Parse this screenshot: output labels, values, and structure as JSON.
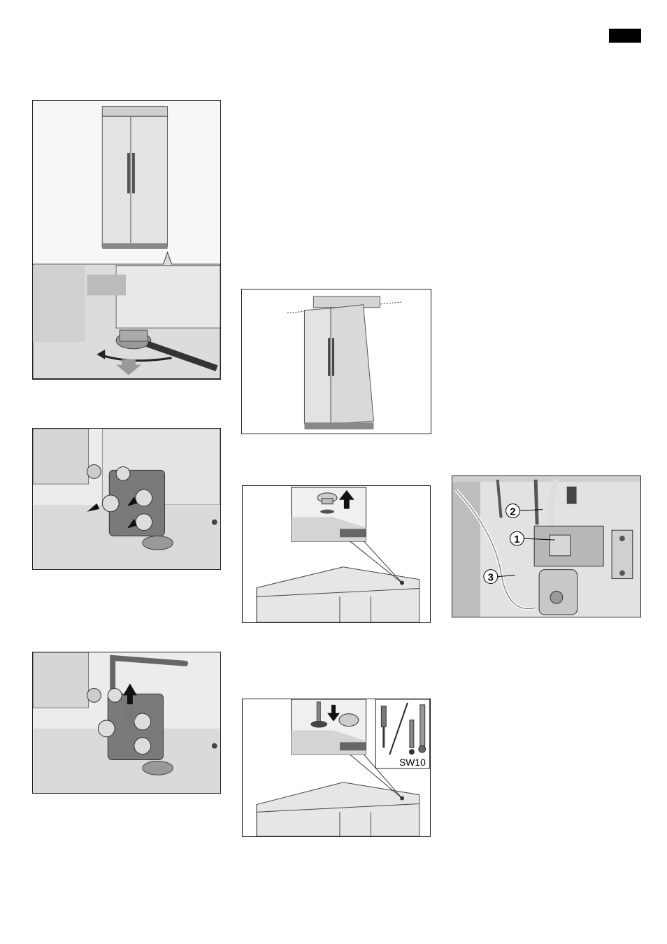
{
  "header": {
    "tab_marker_color": "#000000"
  },
  "figures": {
    "fig1": {
      "name": "refrigerator-foot-adjustment"
    },
    "fig2": {
      "name": "door-hinge-screws"
    },
    "fig3": {
      "name": "hinge-allen-key-adjustment"
    },
    "fig4": {
      "name": "door-alignment-check"
    },
    "fig5": {
      "name": "cover-cap-removal"
    },
    "fig6": {
      "name": "cap-screw-tools",
      "tool_label": "SW10"
    },
    "fig7": {
      "name": "water-valve-connection",
      "callouts": [
        "1",
        "2",
        "3"
      ]
    }
  }
}
